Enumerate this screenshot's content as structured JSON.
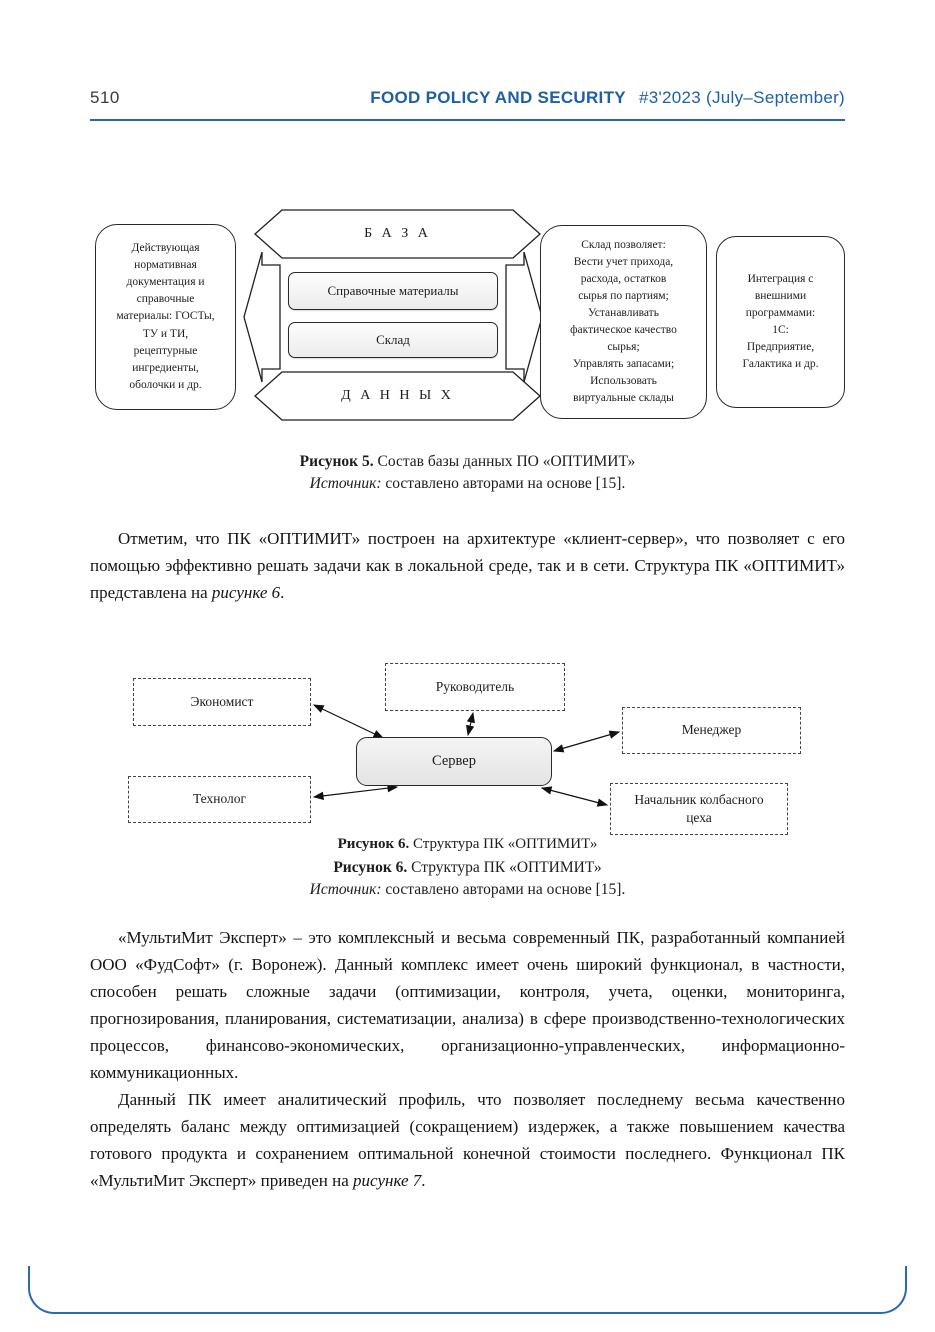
{
  "colors": {
    "accent_blue": "#2b66ad",
    "body_text": "#1d1d1d"
  },
  "header": {
    "page_number": "510",
    "journal_title": "FOOD POLICY AND SECURITY",
    "issue_info": "#3'2023 (July–September)"
  },
  "figure5": {
    "left_box": "Действующая\nнормативная\nдокументация и\nсправочные\nматериалы: ГОСТы,\nТУ и ТИ,\nрецептурные\nингредиенты,\nоболочки и др.",
    "banner_top": "Б А З А",
    "ref_materials": "Справочные материалы",
    "warehouse": "Склад",
    "banner_bottom": "Д А Н Н Ы Х",
    "warehouse_box": "Склад позволяет:\nВести учет прихода,\nрасхода, остатков\nсырья по партиям;\nУстанавливать\nфактическое качество\nсырья;\nУправлять запасами;\nИспользовать\nвиртуальные склады",
    "integration_box": "Интеграция с\nвнешними\nпрограммами:\n1С:\nПредприятие,\nГалактика и др.",
    "caption": {
      "label": "Рисунок 5.",
      "text": " Состав базы данных ПО «ОПТИМИТ»"
    },
    "source": {
      "label": "Источник:",
      "text": " составлено авторами на основе [15]."
    }
  },
  "paragraph1": {
    "text": "Отметим, что ПК «ОПТИМИТ» построен на архитектуре «клиент-сервер», что позволяет с его помощью эффективно решать задачи как в локальной среде, так и в сети. Структура ПК «ОПТИМИТ» представлена на ",
    "italic": "рисунке 6",
    "end": "."
  },
  "figure6": {
    "nodes": {
      "economist": "Экономист",
      "director": "Руководитель",
      "manager": "Менеджер",
      "server": "Сервер",
      "technologist": "Технолог",
      "sausage_chief": "Начальник колбасного\nцеха"
    },
    "ghost_caption": {
      "label": "Рисунок 6.",
      "text": " Структура ПК «ОПТИМИТ»"
    },
    "caption": {
      "label": "Рисунок 6.",
      "text": " Структура ПК «ОПТИМИТ»"
    },
    "source": {
      "label": "Источник:",
      "text": " составлено авторами на основе [15]."
    }
  },
  "paragraph2": "«МультиМит Эксперт» – это комплексный и весьма современный ПК, разработанный компанией ООО «ФудСофт» (г. Воронеж). Данный комплекс имеет очень широкий функционал, в частности, способен решать сложные задачи (оптимизации, контроля, учета, оценки, мониторинга, прогнозирования, планирования, систематизации, анализа) в сфере производственно-технологических процессов, финансово-экономических, организационно-управленческих, информационно-коммуникационных.",
  "paragraph3": {
    "text": "Данный ПК имеет аналитический профиль, что позволяет последнему весьма качественно определять баланс между оптимизацией (сокращением) издержек, а также повышением качества готового продукта и сохранением оптимальной конечной стоимости последнего. Функционал ПК «МультиМит Эксперт» приведен на ",
    "italic": "рисунке 7",
    "end": "."
  }
}
